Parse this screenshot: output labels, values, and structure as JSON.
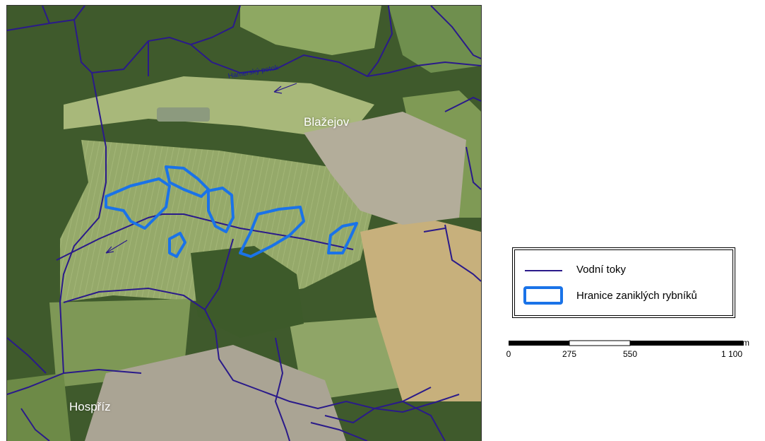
{
  "places": {
    "blazejov": "Blažejov",
    "hospriz": "Hospříz"
  },
  "streams": {
    "stream_name": "Hamerský potok"
  },
  "legend": {
    "watercourses": "Vodní toky",
    "pond_boundaries": "Hranice zaniklých rybníků"
  },
  "scale": {
    "unit": "m",
    "ticks": [
      "0",
      "275",
      "550",
      "1 100"
    ]
  },
  "colors": {
    "watercourse": "#2a1a8a",
    "pond_boundary": "#1a73e8",
    "label_text": "#ffffff"
  }
}
